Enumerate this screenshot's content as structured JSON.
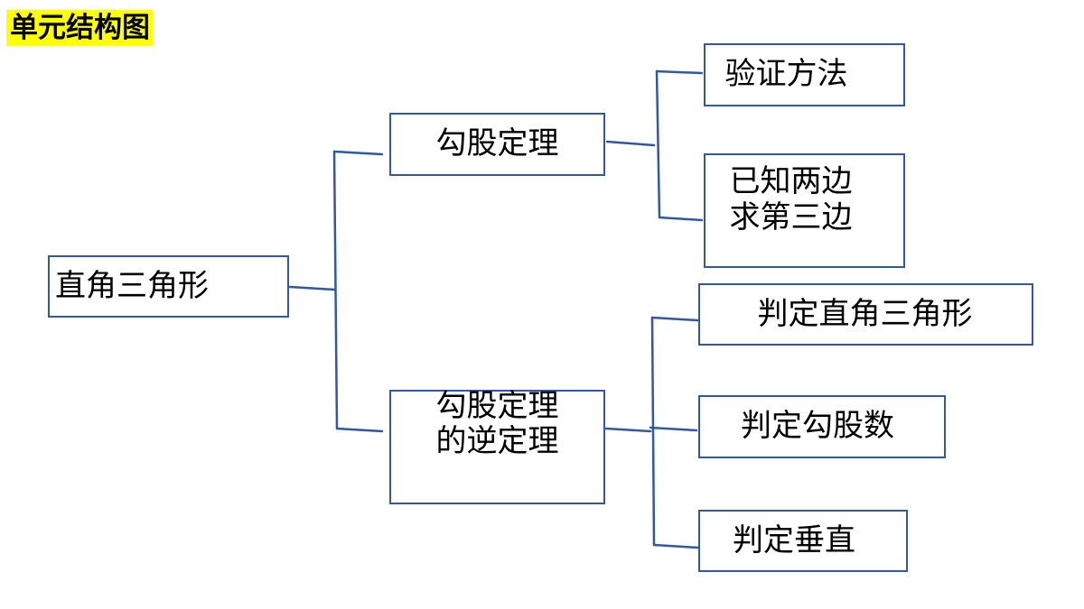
{
  "title": "单元结构图",
  "colors": {
    "title_highlight": "#ffff00",
    "line": "#2e58a8",
    "text": "#000000"
  },
  "nodes": {
    "root": "直角三角形",
    "pythagorean_theorem": "勾股定理",
    "converse_theorem": "勾股定理\n的逆定理",
    "proof_methods": "验证方法",
    "find_third_side": "已知两边\n求第三边",
    "judge_right_triangle": "判定直角三角形",
    "judge_pythagorean_triple": "判定勾股数",
    "judge_perpendicular": "判定垂直"
  }
}
